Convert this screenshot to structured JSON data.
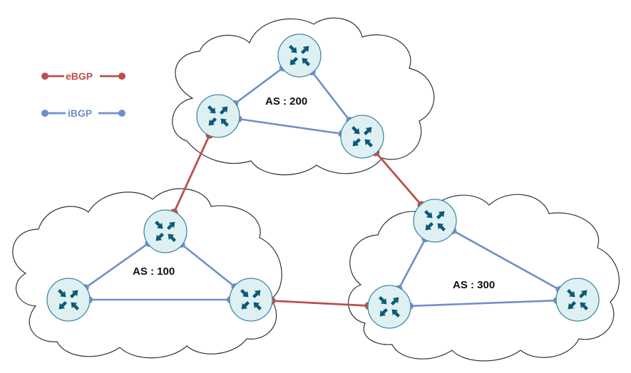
{
  "colors": {
    "ebgp": "#b9504c",
    "ibgp": "#6f8fc8",
    "router_fill": "#dff0f3",
    "router_ring": "#3e8aa1",
    "arrow": "#0b5a77"
  },
  "legend": {
    "ebgp_label": "eBGP",
    "ibgp_label": "iBGP"
  },
  "autonomous_systems": [
    {
      "id": "as200",
      "label": "AS : 200",
      "routers": [
        "r200a",
        "r200b",
        "r200c"
      ]
    },
    {
      "id": "as100",
      "label": "AS : 100",
      "routers": [
        "r100a",
        "r100b",
        "r100c"
      ]
    },
    {
      "id": "as300",
      "label": "AS : 300",
      "routers": [
        "r300a",
        "r300b",
        "r300c"
      ]
    }
  ],
  "routers": [
    {
      "id": "r200a",
      "icon": "router-icon"
    },
    {
      "id": "r200b",
      "icon": "router-icon"
    },
    {
      "id": "r200c",
      "icon": "router-icon"
    },
    {
      "id": "r100a",
      "icon": "router-icon"
    },
    {
      "id": "r100b",
      "icon": "router-icon"
    },
    {
      "id": "r100c",
      "icon": "router-icon"
    },
    {
      "id": "r300a",
      "icon": "router-icon"
    },
    {
      "id": "r300b",
      "icon": "router-icon"
    },
    {
      "id": "r300c",
      "icon": "router-icon"
    }
  ],
  "links": [
    {
      "type": "ibgp",
      "from": "r200a",
      "to": "r200b"
    },
    {
      "type": "ibgp",
      "from": "r200a",
      "to": "r200c"
    },
    {
      "type": "ibgp",
      "from": "r200b",
      "to": "r200c"
    },
    {
      "type": "ibgp",
      "from": "r100a",
      "to": "r100b"
    },
    {
      "type": "ibgp",
      "from": "r100a",
      "to": "r100c"
    },
    {
      "type": "ibgp",
      "from": "r100b",
      "to": "r100c"
    },
    {
      "type": "ibgp",
      "from": "r300a",
      "to": "r300b"
    },
    {
      "type": "ibgp",
      "from": "r300a",
      "to": "r300c"
    },
    {
      "type": "ibgp",
      "from": "r300b",
      "to": "r300c"
    },
    {
      "type": "ebgp",
      "from": "r200b",
      "to": "r100a"
    },
    {
      "type": "ebgp",
      "from": "r200c",
      "to": "r300a"
    },
    {
      "type": "ebgp",
      "from": "r100c",
      "to": "r300b"
    }
  ]
}
